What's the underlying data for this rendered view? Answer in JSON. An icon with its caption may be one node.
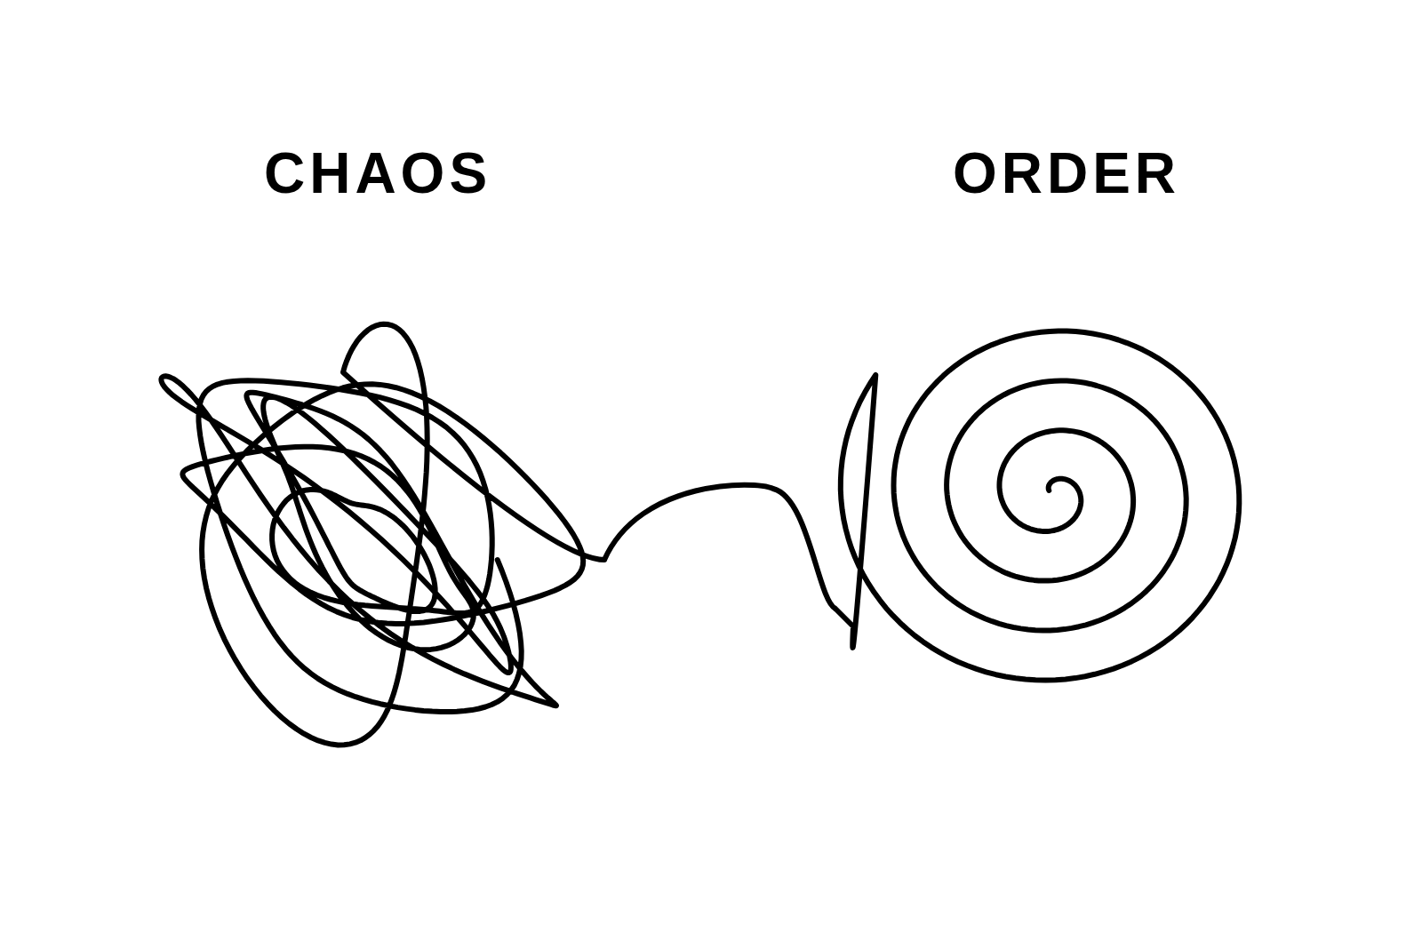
{
  "diagram": {
    "nodes": [
      {
        "text": [
          "CHAOS"
        ]
      },
      {
        "text": [
          "ORDER"
        ]
      }
    ],
    "edges": [
      {
        "from": 0,
        "to": 1,
        "arrow": "none"
      }
    ]
  }
}
